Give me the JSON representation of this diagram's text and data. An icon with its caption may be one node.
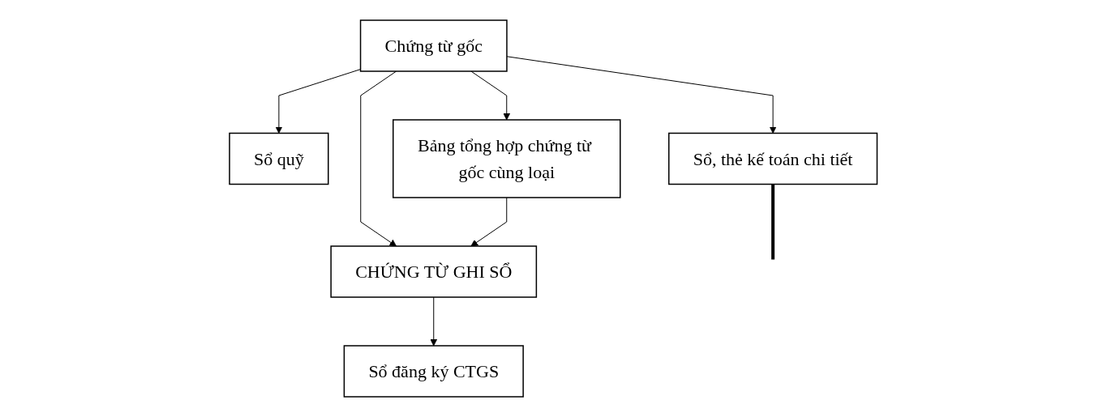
{
  "diagram": {
    "nodes": [
      {
        "text": [
          "Chứng từ gốc"
        ]
      },
      {
        "text": [
          "Sổ quỹ"
        ]
      },
      {
        "text": [
          "Bảng tổng hợp chứng từ gốc cùng loại"
        ]
      },
      {
        "text": [
          "Sổ, thẻ kế toán chi tiết"
        ]
      },
      {
        "text": [
          "Sổ đăng ký CTGS"
        ]
      },
      {
        "text": [
          "CHỨNG TỪ GHI SỔ"
        ]
      }
    ],
    "edges": [
      {
        "from": 0,
        "to": 1,
        "arrow": "to"
      },
      {
        "from": 0,
        "to": 5,
        "arrow": "to"
      },
      {
        "from": 0,
        "to": 2,
        "arrow": "to"
      },
      {
        "from": 0,
        "to": 3,
        "arrow": "to"
      },
      {
        "from": 2,
        "to": 5,
        "arrow": "to"
      },
      {
        "from": 5,
        "to": 4,
        "arrow": "to"
      },
      {
        "from": 3,
        "to": null,
        "arrow": "none",
        "style": "thick"
      }
    ]
  }
}
